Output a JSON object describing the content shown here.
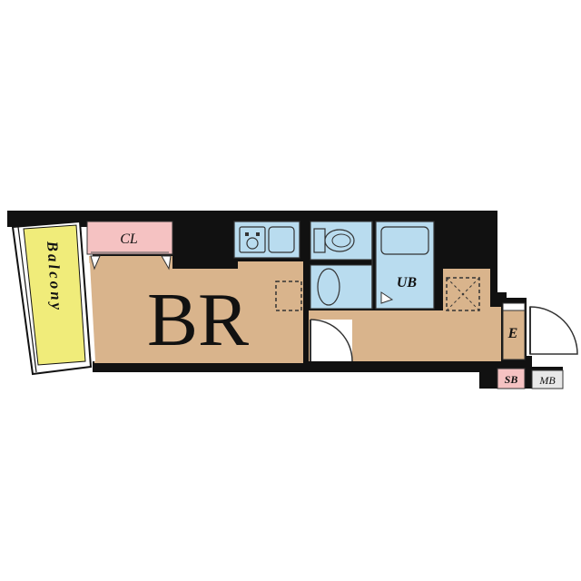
{
  "rooms": {
    "bedroom": "BR",
    "closet": "CL",
    "balcony": "Balcony",
    "unit_bath": "UB",
    "entrance": "E",
    "shoe_box": "SB",
    "meter_box": "MB"
  },
  "colors": {
    "wall": "#111111",
    "floor": "#d9b48c",
    "closet": "#f5c2c2",
    "balcony": "#f0ec7a",
    "wet_area": "#b9dcef",
    "background": "#ffffff"
  }
}
